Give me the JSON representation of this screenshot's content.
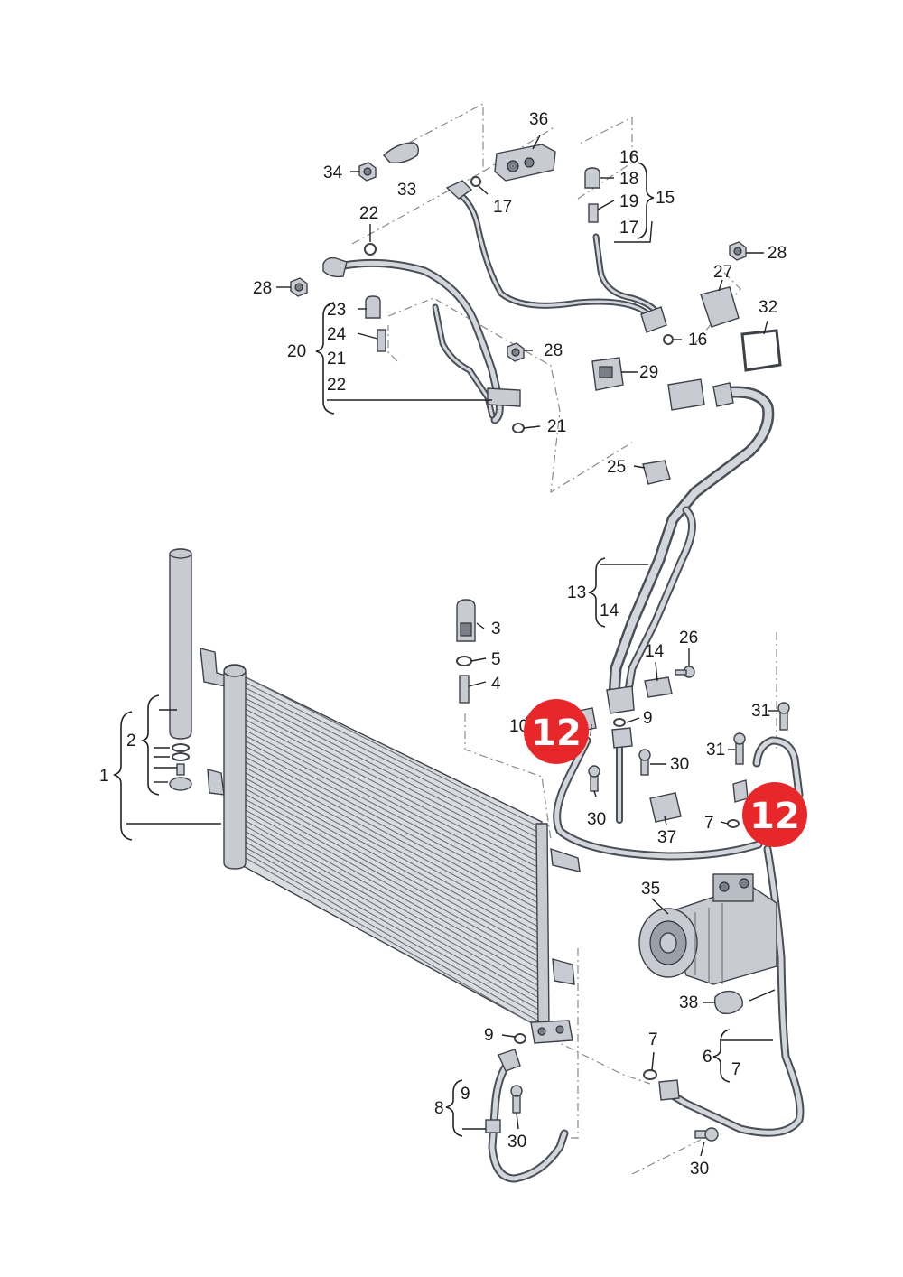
{
  "labels": {
    "l1": "1",
    "l2": "2",
    "l3": "3",
    "l4": "4",
    "l5": "5",
    "l6": "6",
    "l7a": "7",
    "l7b": "7",
    "l7c": "7",
    "l8": "8",
    "l9a": "9",
    "l9b": "9",
    "l9c": "9",
    "l10": "10",
    "l13": "13",
    "l14a": "14",
    "l14b": "14",
    "l15": "15",
    "l16a": "16",
    "l16b": "16",
    "l17a": "17",
    "l17b": "17",
    "l18": "18",
    "l19": "19",
    "l20": "20",
    "l21a": "21",
    "l21b": "21",
    "l22a": "22",
    "l22b": "22",
    "l23": "23",
    "l24": "24",
    "l25": "25",
    "l26": "26",
    "l27": "27",
    "l28a": "28",
    "l28b": "28",
    "l28c": "28",
    "l29": "29",
    "l30a": "30",
    "l30b": "30",
    "l30c": "30",
    "l30d": "30",
    "l31a": "31",
    "l31b": "31",
    "l32": "32",
    "l33": "33",
    "l34": "34",
    "l35": "35",
    "l36": "36",
    "l37": "37",
    "l38": "38"
  },
  "badges": {
    "b1": "12",
    "b2": "12"
  },
  "colors": {
    "badge": "#e8272a",
    "pipe": "#4a4e55",
    "part": "#c8ccd2"
  }
}
